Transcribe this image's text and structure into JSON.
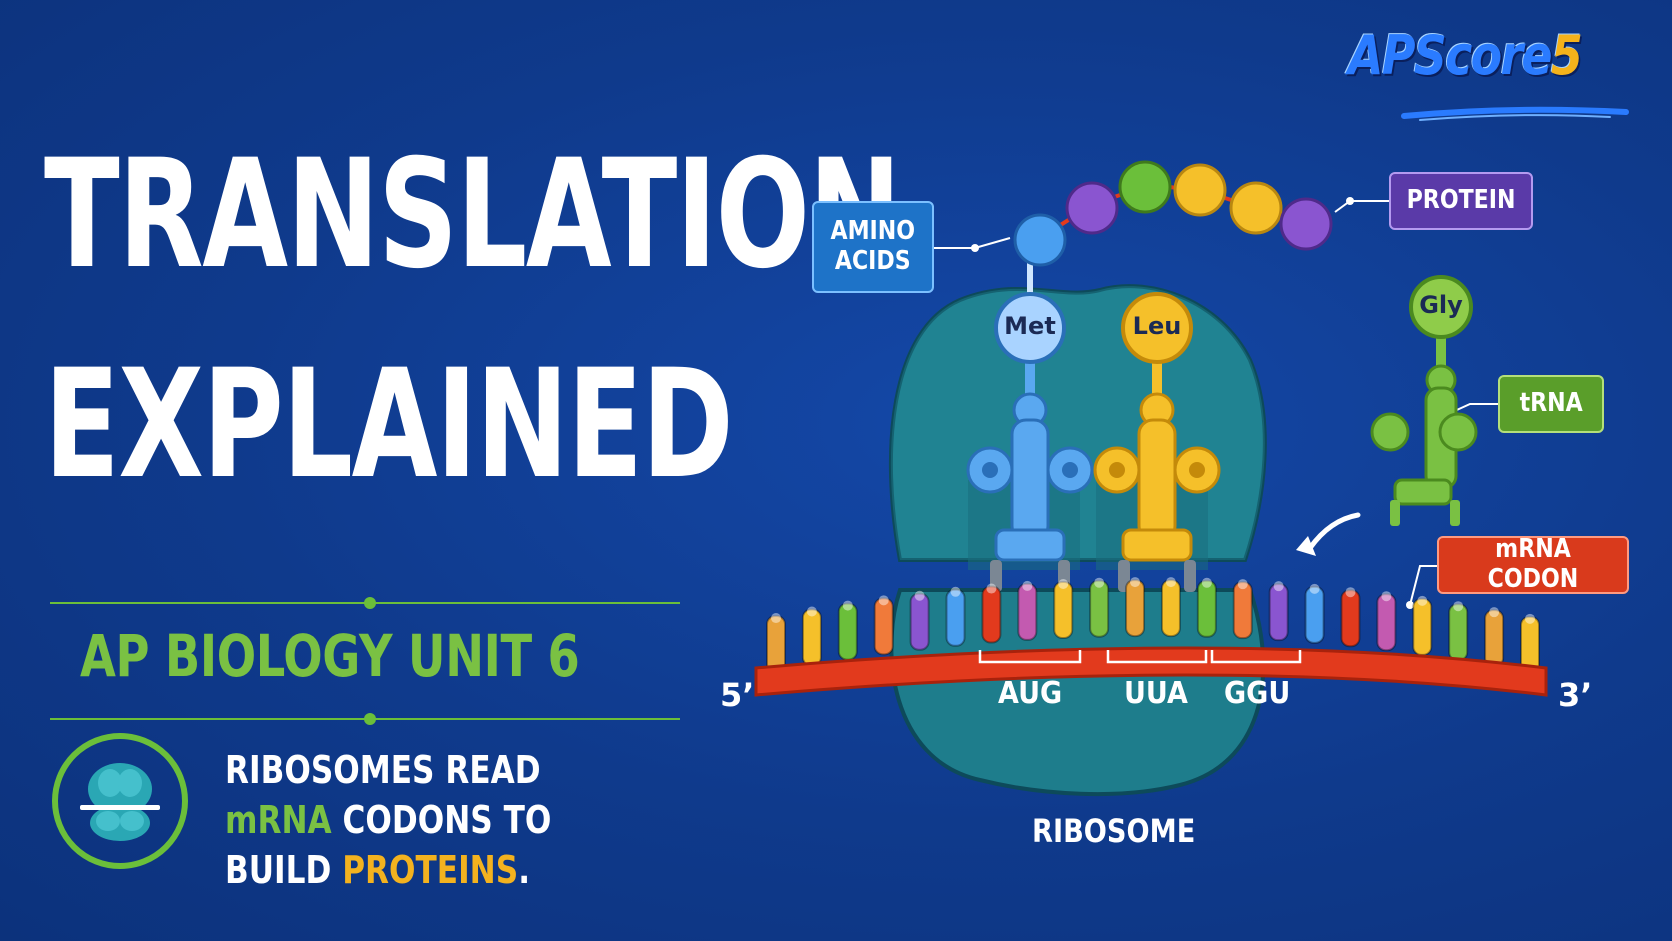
{
  "title": {
    "line1": "TRANSLATION",
    "line2": "EXPLAINED"
  },
  "subtitle": "AP BIOLOGY UNIT 6",
  "tagline": {
    "line1": "RIBOSOMES READ",
    "line2_highlight": "mRNA",
    "line2_rest": " CODONS TO",
    "line3_start": "BUILD ",
    "line3_highlight": "PROTEINS",
    "line3_end": "."
  },
  "brand": {
    "name": "APScore",
    "number": "5"
  },
  "diagram": {
    "labels": {
      "amino_acids": "AMINO\nACIDS",
      "protein": "PROTEIN",
      "trna": "tRNA",
      "mrna_codon": "mRNA CODON",
      "ribosome": "RIBOSOME",
      "five_prime": "5’",
      "three_prime": "3’"
    },
    "codons": [
      "AUG",
      "UUA",
      "GGU"
    ],
    "amino_acid_names": [
      "Met",
      "Leu",
      "Gly"
    ],
    "colors": {
      "ribosome": "#1e7d8c",
      "mrna_strand": "#e23a1d",
      "trna_met": "#5aa8f0",
      "trna_leu": "#f5c02a",
      "trna_gly": "#7ac143",
      "protein_blue": "#4a9ff0",
      "protein_purple": "#8a55d0",
      "protein_green": "#6bbf3a",
      "protein_yellow": "#f5c02a",
      "brand_blue": "#2a7bff",
      "brand_orange": "#f5b21b"
    }
  }
}
